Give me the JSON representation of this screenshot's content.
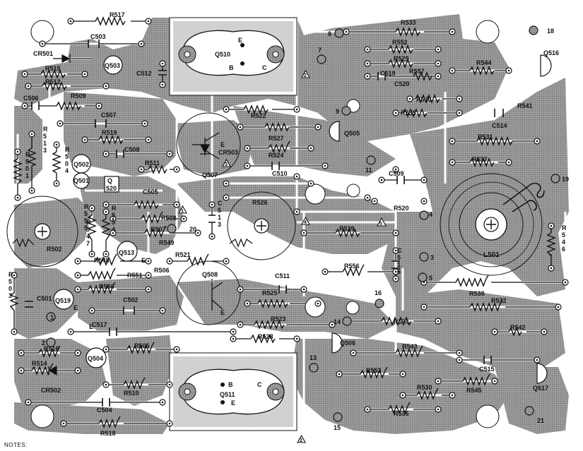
{
  "notes_label": "NOTES:",
  "colors": {
    "copper": "#9a9a9a",
    "board": "#ffffff",
    "ink": "#111111"
  },
  "resistors": {
    "R517": "R517",
    "R533": "R533",
    "R552": "R552",
    "R529": "R529",
    "R557": "R557",
    "R544": "R544",
    "R515": "R515",
    "R512": "R512",
    "R509": "R509",
    "R540": "R540",
    "R541": "R541",
    "R535": "R535",
    "R522": "R522",
    "R527": "R527",
    "R531": "R531",
    "R524": "R524",
    "R519": "R519",
    "R537": "R537",
    "R511": "R511",
    "R526": "R526",
    "R520": "R520",
    "R508": "R508",
    "R507": "R507",
    "R539": "R539",
    "R502": "R502",
    "R549": "R549",
    "R521": "R521",
    "R548": "R548",
    "R551": "R551",
    "R506": "R506",
    "R556": "R556",
    "R550": "R550",
    "R525": "R525",
    "R538": "R538",
    "R532": "R532",
    "R523": "R523",
    "R534": "R534",
    "R528": "R528",
    "R542": "R542",
    "R516": "R516",
    "R505": "R505",
    "R543": "R543",
    "R514": "R514",
    "R553": "R553",
    "R510": "R510",
    "R545": "R545",
    "R530": "R530",
    "R536": "R536",
    "R518": "R518"
  },
  "vertical_labels": {
    "R513": "R513",
    "R501": "R501",
    "R504": "R504",
    "R546": "R546",
    "R503": "R503",
    "R555": "R555",
    "R554": "R554",
    "R547": "R547",
    "C513": "C513",
    "C516": "C516"
  },
  "capacitors": {
    "C503": "C503",
    "C519": "C519",
    "C520": "C520",
    "C512": "C512",
    "C506": "C506",
    "C507": "C507",
    "C514": "C514",
    "C508": "C508",
    "C510": "C510",
    "C509": "C509",
    "C505": "C505",
    "C511": "C511",
    "C501": "C501",
    "C502": "C502",
    "C517": "C517",
    "C515": "C515",
    "C504": "C504"
  },
  "transistors": {
    "Q510": "Q510",
    "Q516": "Q516",
    "Q503": "Q503",
    "Q505": "Q505",
    "Q507": "Q507",
    "Q502": "Q502",
    "Q501": "Q501",
    "Q513": "Q513",
    "Q508": "Q508",
    "Q519": "Q519",
    "Q506": "Q506",
    "Q504": "Q504",
    "Q511": "Q511",
    "Q517": "Q517"
  },
  "diodes": {
    "CR501": "CR501",
    "CR503": "CR503",
    "CR502": "CR502"
  },
  "misc": {
    "L501": "L501",
    "Q520": "Q 520"
  },
  "pins": {
    "p1": "1",
    "p2": "2",
    "p3": "3",
    "p4": "4",
    "p5": "5",
    "p7": "7",
    "p8": "8",
    "p9": "9",
    "p11": "11",
    "p13": "13",
    "p14": "14",
    "p15": "15",
    "p16": "16",
    "p18": "18",
    "p19": "19",
    "p20": "20",
    "p21": "21"
  },
  "terminals": {
    "E": "E",
    "B": "B",
    "C": "C"
  },
  "triangles": {
    "t1": "1",
    "t2": "2",
    "t3": "3",
    "t4": "4",
    "t5": "5"
  }
}
